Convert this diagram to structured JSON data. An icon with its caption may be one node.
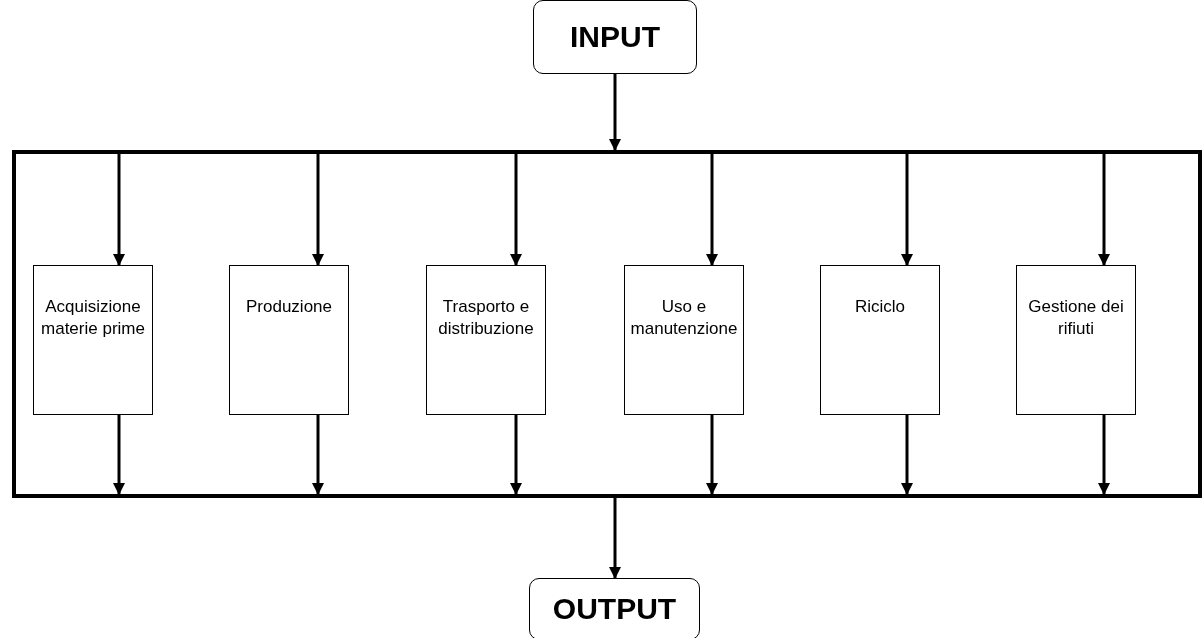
{
  "diagram": {
    "nodes": [
      {
        "text": [
          "INPUT"
        ]
      },
      {
        "text": [],
        "shape": "box"
      },
      {
        "text": [
          "Acquisizione materie prime"
        ],
        "in": 1
      },
      {
        "text": [
          "Produzione"
        ],
        "in": 1
      },
      {
        "text": [
          "Trasporto e distribuzione"
        ],
        "in": 1
      },
      {
        "text": [
          "Uso e manutenzione"
        ],
        "in": 1
      },
      {
        "text": [
          "Riciclo"
        ],
        "in": 1
      },
      {
        "text": [
          "Gestione dei rifiuti"
        ],
        "in": 1
      },
      {
        "text": [
          "OUTPUT"
        ]
      }
    ],
    "edges": [
      {
        "from": 0,
        "to": 1,
        "arrow": "to"
      },
      {
        "from": 1,
        "to": 2,
        "arrow": "to"
      },
      {
        "from": 1,
        "to": 3,
        "arrow": "to"
      },
      {
        "from": 1,
        "to": 4,
        "arrow": "to"
      },
      {
        "from": 1,
        "to": 5,
        "arrow": "to"
      },
      {
        "from": 1,
        "to": 6,
        "arrow": "to"
      },
      {
        "from": 1,
        "to": 7,
        "arrow": "to"
      },
      {
        "from": 2,
        "to": 1,
        "arrow": "to"
      },
      {
        "from": 3,
        "to": 1,
        "arrow": "to"
      },
      {
        "from": 4,
        "to": 1,
        "arrow": "to"
      },
      {
        "from": 5,
        "to": 1,
        "arrow": "to"
      },
      {
        "from": 6,
        "to": 1,
        "arrow": "to"
      },
      {
        "from": 7,
        "to": 1,
        "arrow": "to"
      },
      {
        "from": 1,
        "to": 8,
        "arrow": "to"
      }
    ]
  }
}
